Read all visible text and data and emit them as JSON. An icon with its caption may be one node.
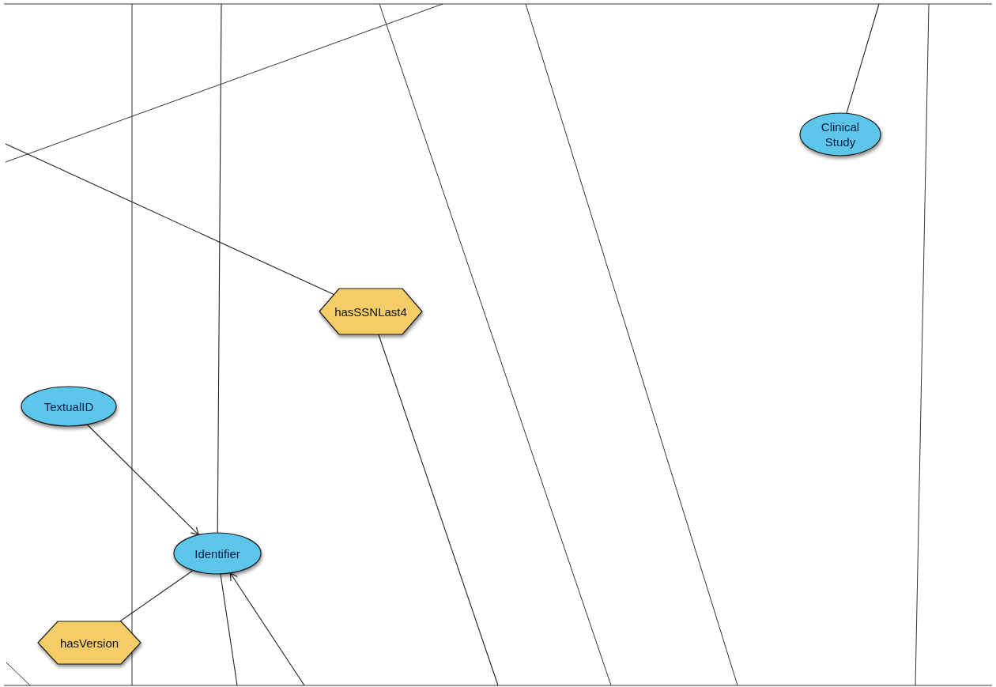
{
  "diagram": {
    "nodes": [
      {
        "text": [
          "Clinical Study"
        ]
      },
      {
        "text": [
          "hasSSNLast4"
        ]
      },
      {
        "text": [
          "TextualID"
        ]
      },
      {
        "text": [
          "Identifier"
        ]
      },
      {
        "text": [
          "hasVersion"
        ]
      }
    ],
    "edges": [
      {
        "from": 0,
        "to": null,
        "arrow": "none"
      },
      {
        "from": null,
        "to": 1,
        "arrow": "none"
      },
      {
        "from": 1,
        "to": null,
        "arrow": "none"
      },
      {
        "from": 2,
        "to": 3,
        "arrow": "to"
      },
      {
        "from": 3,
        "to": null,
        "arrow": "none"
      },
      {
        "from": 3,
        "to": 4,
        "arrow": "none"
      },
      {
        "from": 3,
        "to": null,
        "arrow": "none"
      },
      {
        "from": null,
        "to": 3,
        "arrow": "to"
      }
    ]
  }
}
